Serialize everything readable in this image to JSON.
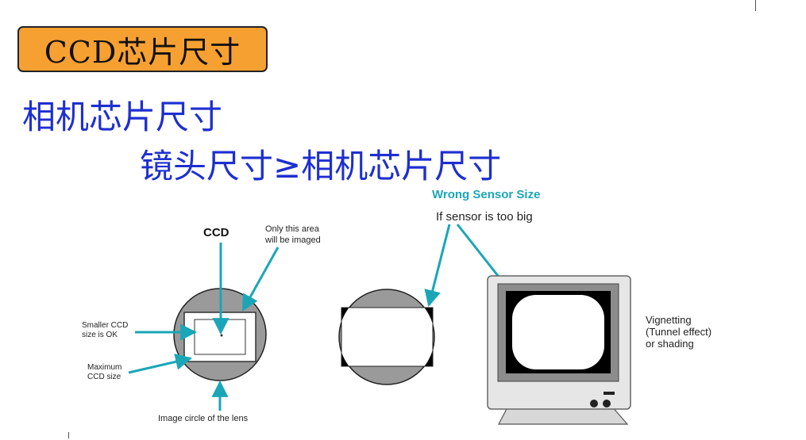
{
  "slide": {
    "title": "CCD芯片尺寸",
    "line1": "相机芯片尺寸",
    "line2": "镜头尺寸≥相机芯片尺寸"
  },
  "diagram": {
    "ccd_label": "CCD",
    "only_area_line1": "Only this area",
    "only_area_line2": "will be imaged",
    "smaller_ccd_line1": "Smaller CCD",
    "smaller_ccd_line2": "size is OK",
    "maximum_line1": "Maximum",
    "maximum_line2": "CCD size",
    "image_circle": "Image circle of the lens",
    "wrong_sensor_title": "Wrong Sensor Size",
    "too_big": "If sensor is too big",
    "vignetting_line1": "Vignetting",
    "vignetting_line2": "(Tunnel effect)",
    "vignetting_line3": "or shading"
  },
  "colors": {
    "title_bg": "#f7a032",
    "heading_text": "#1e2fd0",
    "accent_arrow": "#1aa6b7",
    "wrong_title": "#1aa6b7",
    "lens_gray": "#9a9a9a"
  }
}
